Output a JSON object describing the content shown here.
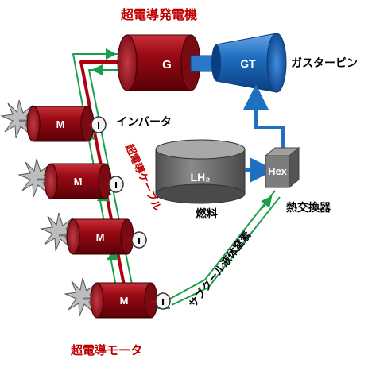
{
  "title": "超電導発電機",
  "generator_label": "G",
  "turbine_label": "GT",
  "turbine_title": "ガスタービン",
  "inverter_title": "インバータ",
  "cable_label": "超電導ケーブル",
  "tank_label": "LH₂",
  "fuel_label": "燃料",
  "hex_label": "Hex",
  "hex_title": "熱交換器",
  "coolant_label": "サブクール液体窒素",
  "motor_title": "超電導モータ",
  "motor_label": "M",
  "inverter_label": "I",
  "colors": {
    "red_body": "#a01018",
    "red_dark": "#6a0008",
    "blue": "#1f6fc0",
    "blue_dark": "#0a3e80",
    "gray_tank": "#7a7a7a",
    "hex_box": "#7d7d7d",
    "green_line": "#1aa04a",
    "cable_red": "#b00010",
    "fan_gray": "#bbbbbb"
  },
  "icons": [
    "propeller-icon",
    "generator-icon",
    "turbine-icon",
    "tank-icon",
    "heat-exchanger-icon"
  ]
}
